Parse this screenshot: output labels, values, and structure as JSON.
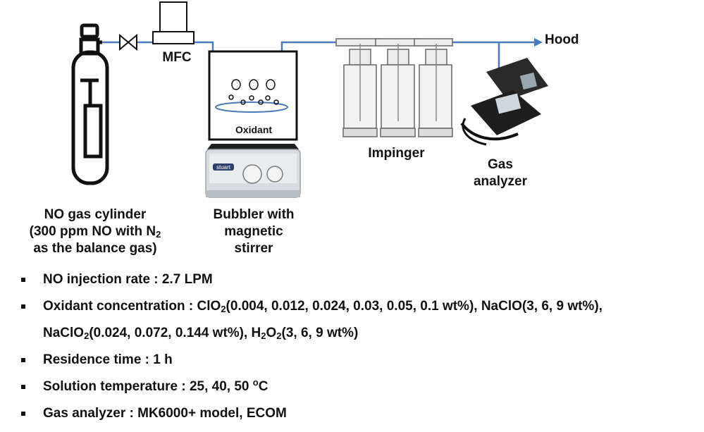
{
  "labels": {
    "mfc": "MFC",
    "hood": "Hood",
    "oxidant": "Oxidant",
    "impinger": "Impinger",
    "gas_analyzer_line1": "Gas",
    "gas_analyzer_line2": "analyzer",
    "cylinder_line1": "NO gas cylinder",
    "cylinder_line2_pre": "(300 ppm NO with N",
    "cylinder_line2_sub": "2",
    "cylinder_line3": "as the balance gas)",
    "bubbler_line1": "Bubbler with",
    "bubbler_line2": "magnetic",
    "bubbler_line3": "stirrer",
    "stirrer_brand": "stuart"
  },
  "conditions": {
    "injection_rate": "NO injection rate : 2.7 LPM",
    "oxidant_pre": "Oxidant concentration : ClO",
    "oxidant_sub1": "2",
    "oxidant_post": "(0.004, 0.012, 0.024, 0.03, 0.05, 0.1 wt%), NaClO(3, 6, 9 wt%),",
    "oxidant2_pre": "NaClO",
    "oxidant2_sub": "2",
    "oxidant2_mid": "(0.024, 0.072, 0.144 wt%), H",
    "oxidant2_sub2": "2",
    "oxidant2_mid2": "O",
    "oxidant2_sub3": "2",
    "oxidant2_post": "(3, 6, 9 wt%)",
    "residence_time": "Residence time : 1 h",
    "temperature_pre": "Solution temperature : 25, 40, 50 ",
    "temperature_sup": "o",
    "temperature_post": "C",
    "analyzer": "Gas analyzer : MK6000+ model, ECOM"
  },
  "colors": {
    "gas_line": "#4a7ab8",
    "outline": "#111111",
    "stirrer_body": "#d8dce0",
    "stirrer_panel": "#2c3e6a",
    "analyzer_case": "#1e1e1e"
  }
}
